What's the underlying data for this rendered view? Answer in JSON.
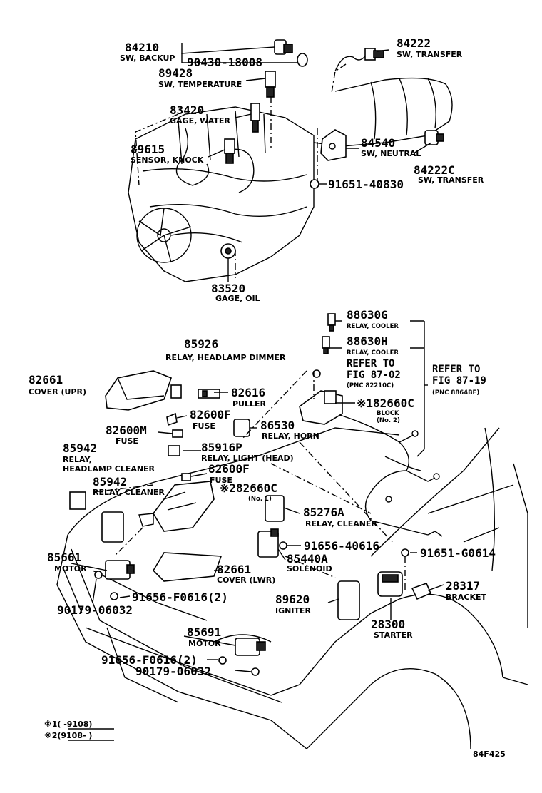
{
  "engine_parts": {
    "p84210": {
      "num": "84210",
      "label": "SW, BACKUP"
    },
    "p90430": {
      "num": "90430-18008"
    },
    "p84222": {
      "num": "84222",
      "label": "SW, TRANSFER"
    },
    "p89428": {
      "num": "89428",
      "label": "SW, TEMPERATURE"
    },
    "p83420": {
      "num": "83420",
      "label": "GAGE, WATER"
    },
    "p84540": {
      "num": "84540",
      "label": "SW, NEUTRAL"
    },
    "p89615": {
      "num": "89615",
      "label": "SENSOR, KNOCK"
    },
    "p84222c": {
      "num": "84222C",
      "label": "SW, TRANSFER"
    },
    "p91651_40830": {
      "num": "91651-40830"
    },
    "p83520": {
      "num": "83520",
      "label": "GAGE, OIL"
    }
  },
  "electrical_parts": {
    "p88630g": {
      "num": "88630G",
      "label": "RELAY, COOLER"
    },
    "p88630h": {
      "num": "88630H",
      "label": "RELAY, COOLER"
    },
    "refer1": {
      "line1": "REFER TO",
      "line2": "FIG 87-02",
      "line3": "(PNC 82210C)"
    },
    "refer2": {
      "line1": "REFER TO",
      "line2": "FIG 87-19",
      "line3": "(PNC 8864BF)"
    },
    "p85926": {
      "num": "85926",
      "label": "RELAY, HEADLAMP DIMMER"
    },
    "p82661_upr": {
      "num": "82661",
      "label": "COVER (UPR)"
    },
    "p82616": {
      "num": "82616",
      "label": "PULLER"
    },
    "p82660c_2": {
      "num": "※182660C",
      "label": "BLOCK",
      "sub": "(No. 2)"
    },
    "p82600f_1": {
      "num": "82600F",
      "label": "FUSE"
    },
    "p86530": {
      "num": "86530",
      "label": "RELAY, HORN"
    },
    "p82600m": {
      "num": "82600M",
      "label": "FUSE"
    },
    "p85942_a": {
      "num": "85942",
      "label1": "RELAY,",
      "label2": "HEADLAMP CLEANER"
    },
    "p85916p": {
      "num": "85916P",
      "label": "RELAY, LIGHT (HEAD)"
    },
    "p82600f_2": {
      "num": "82600F",
      "label": "FUSE"
    },
    "p85942_b": {
      "num": "85942",
      "label": "RELAY, CLEANER"
    },
    "p82660c_1": {
      "num": "※282660C",
      "sub": "(No. 1)"
    },
    "p85276a": {
      "num": "85276A",
      "label": "RELAY, CLEANER"
    },
    "p91656_40616": {
      "num": "91656-40616"
    },
    "p85661": {
      "num": "85661",
      "label": "MOTOR"
    },
    "p85440a": {
      "num": "85440A",
      "label": "SOLENOID"
    },
    "p91651_g0614": {
      "num": "91651-G0614"
    },
    "p82661_lwr": {
      "num": "82661",
      "label": "COVER (LWR)"
    },
    "p91656_f0616_a": {
      "num": "91656-F0616(2)"
    },
    "p28317": {
      "num": "28317",
      "label": "BRACKET"
    },
    "p90179_a": {
      "num": "90179-06032"
    },
    "p89620": {
      "num": "89620",
      "label": "IGNITER"
    },
    "p28300": {
      "num": "28300",
      "label": "STARTER"
    },
    "p85691": {
      "num": "85691",
      "label": "MOTOR"
    },
    "p91656_f0616_b": {
      "num": "91656-F0616(2)"
    },
    "p90179_b": {
      "num": "90179-06032"
    }
  },
  "legend": {
    "row1": "※1(      -9108)",
    "row2": "※2(9108-      )"
  },
  "figure_code": "84F425"
}
